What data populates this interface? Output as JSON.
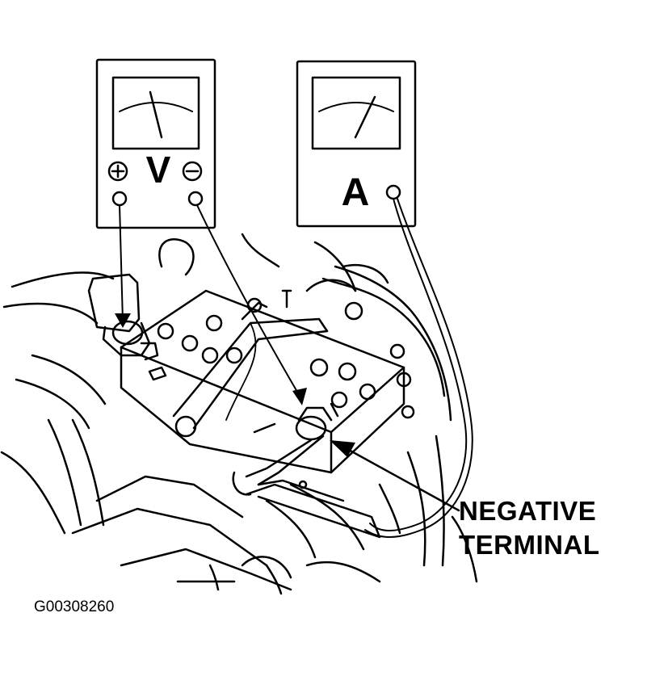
{
  "voltmeter": {
    "symbol": "V",
    "plus": "+",
    "minus": "−"
  },
  "ammeter": {
    "symbol": "A"
  },
  "callout": {
    "line1": "NEGATIVE",
    "line2": "TERMINAL"
  },
  "figure_id": "G00308260",
  "colors": {
    "ink": "#000000",
    "paper": "#ffffff"
  }
}
